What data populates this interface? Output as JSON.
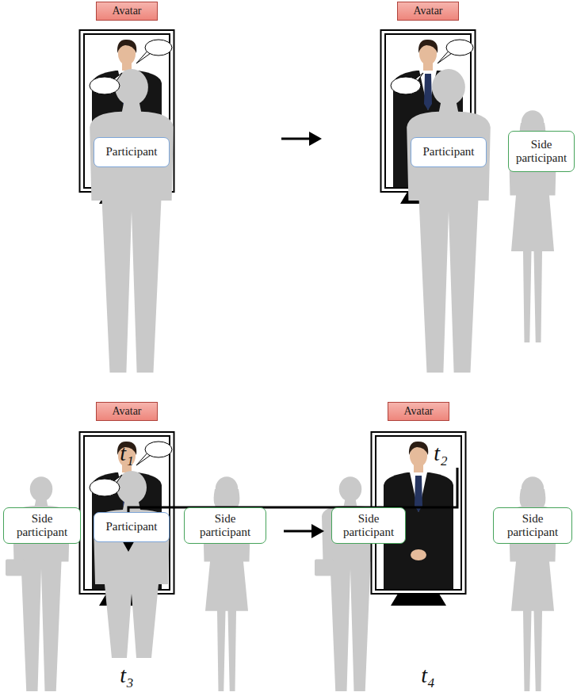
{
  "diagram": {
    "nodes": [
      {
        "text": [
          "Avatar"
        ]
      },
      {
        "text": [
          "Participant"
        ]
      },
      {
        "text": [
          "Avatar"
        ]
      },
      {
        "text": [
          "Participant"
        ]
      },
      {
        "text": [
          "Side participant"
        ]
      },
      {
        "text": [
          "Avatar"
        ]
      },
      {
        "text": [
          "Side participant"
        ]
      },
      {
        "text": [
          "Participant"
        ]
      },
      {
        "text": [
          "Side participant"
        ]
      },
      {
        "text": [
          "Avatar"
        ]
      },
      {
        "text": [
          "Side participant"
        ]
      },
      {
        "text": [
          "Side participant"
        ]
      }
    ],
    "labels": [
      "t₁",
      "t₂",
      "t₃",
      "t₄"
    ]
  }
}
